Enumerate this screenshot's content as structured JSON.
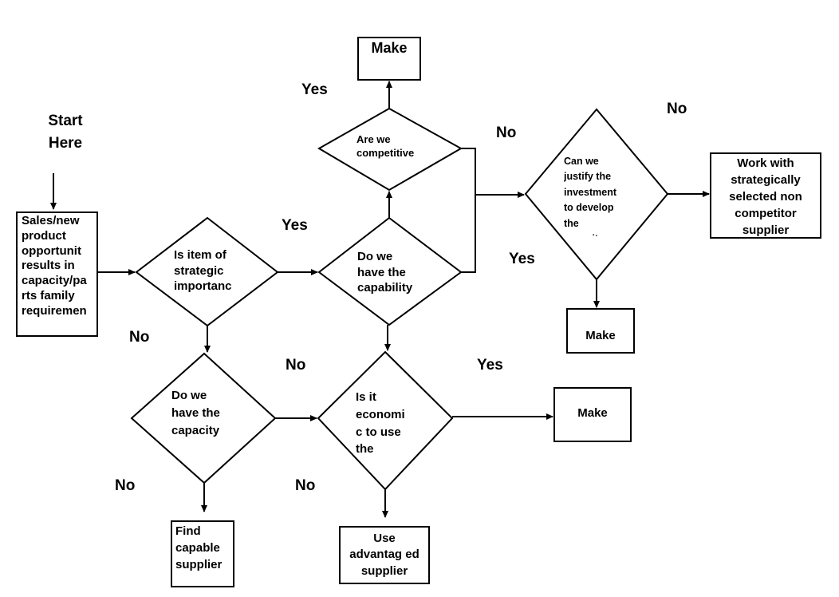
{
  "start": "Start\nHere",
  "nodes": {
    "sales_box": "Sales/new\nproduct\nopportunit\nresults in\ncapacity/pa\nrts family\nrequiremen",
    "strategic": "Is item of\nstrategic\nimportanc",
    "capability": "Do we\nhave the\ncapability",
    "competitive": "Are we\ncompetitive",
    "make_top": "Make",
    "justify": "Can we\njustify the\ninvestment\nto develop\nthe\ncapacity",
    "work_with": "Work with\nstrategically\nselected non\ncompetitor\nsupplier",
    "make_right": "Make",
    "capacity": "Do we\nhave the\ncapacity",
    "economic": "Is it\neconomi\nc to use\nthe",
    "make_mid": "Make",
    "find_supplier": "Find\ncapable\nsupplier",
    "use_advantaged": "Use\nadvantag ed\nsupplier"
  },
  "edge_labels": {
    "yes_competitive": "Yes",
    "no_competitive": "No",
    "yes_strategic": "Yes",
    "no_justify": "No",
    "yes_justify": "Yes",
    "no_strategic": "No",
    "no_capability": "No",
    "yes_economic": "Yes",
    "no_capacity": "No",
    "no_economic": "No"
  }
}
